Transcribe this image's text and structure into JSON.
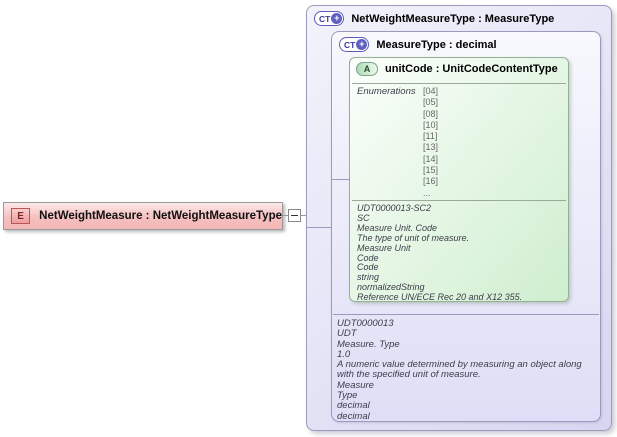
{
  "diagram": {
    "element": {
      "icon": "E",
      "label": "NetWeightMeasure : NetWeightMeasureType"
    },
    "expand_handle": "collapsed-minus",
    "outer_type": {
      "icon": "CT",
      "icon_plus": "+",
      "label": "NetWeightMeasureType : MeasureType"
    },
    "inner_type": {
      "icon": "CT",
      "icon_plus": "+",
      "label": "MeasureType : decimal",
      "annotation": [
        "UDT0000013",
        "UDT",
        "Measure. Type",
        "1.0",
        "A numeric value determined by measuring an object along with the specified unit of measure.",
        "Measure",
        "Type",
        "decimal",
        "decimal"
      ]
    },
    "attribute": {
      "icon": "A",
      "label": "unitCode : UnitCodeContentType",
      "facets_label": "Enumerations",
      "enumerations": [
        "[04]",
        "[05]",
        "[08]",
        "[10]",
        "[11]",
        "[13]",
        "[14]",
        "[15]",
        "[16]",
        "..."
      ],
      "annotation": [
        "UDT0000013-SC2",
        "SC",
        "Measure Unit. Code",
        "The type of unit of measure.",
        "Measure Unit",
        "Code",
        "Code",
        "string",
        "normalizedString",
        "Reference UN/ECE Rec 20 and X12 355."
      ]
    }
  },
  "colors": {
    "element_fill": "#f6c0c0",
    "element_border": "#9a9a9a",
    "type_fill": "#dcdcf4",
    "type_border": "#9a9abe",
    "attribute_fill": "#cfeecf",
    "attribute_border": "#95af95",
    "annotation_text": "#3d3d49",
    "enumeration_text": "#666666",
    "badge_ct_text": "#3b3ba8",
    "badge_e_text": "#7c2828",
    "badge_a_text": "#234d2e",
    "connector": "#999999"
  }
}
